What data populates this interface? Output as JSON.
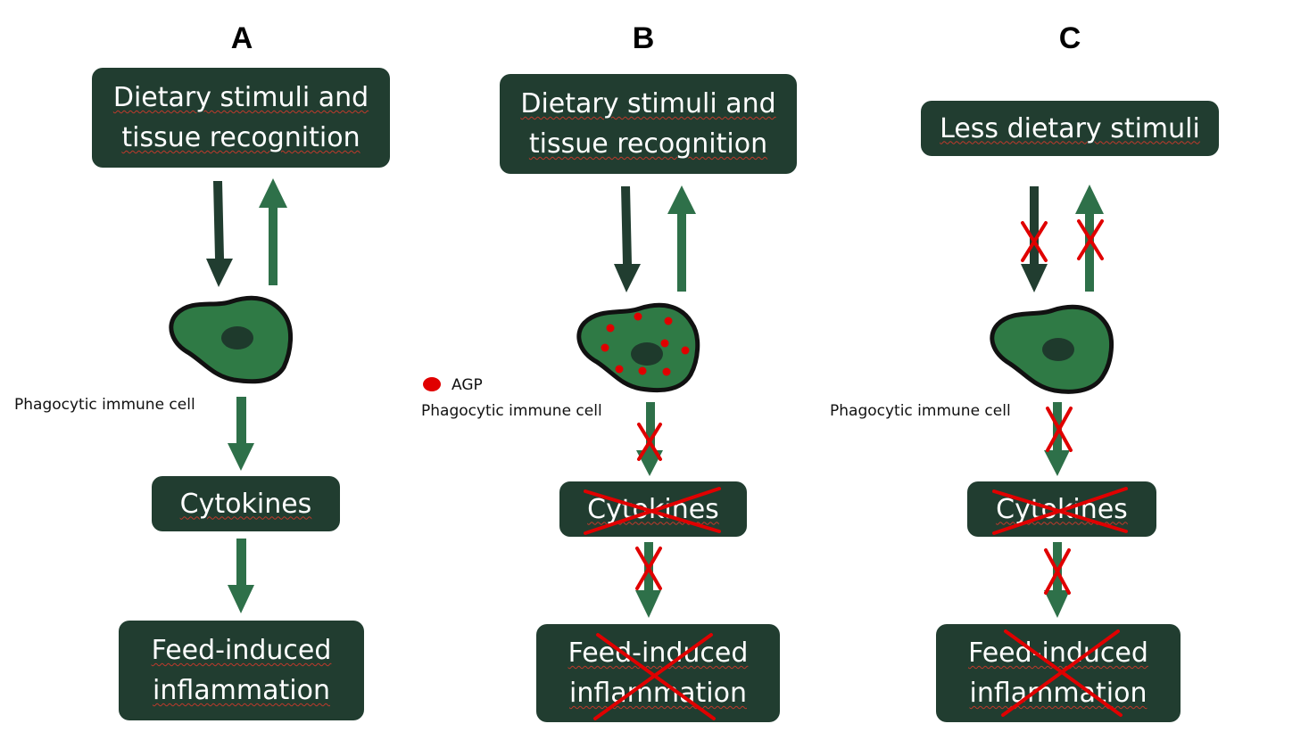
{
  "panels": {
    "a": {
      "letter": "A",
      "top_box": "Dietary stimuli and tissue recognition",
      "mid_box": "Cytokines",
      "bottom_box": "Feed-induced inflammation",
      "cell_label": "Phagocytic immune cell"
    },
    "b": {
      "letter": "B",
      "top_box": "Dietary stimuli and tissue recognition",
      "mid_box": "Cytokines",
      "bottom_box": "Feed-induced inflammation",
      "cell_label": "Phagocytic immune cell",
      "legend_label": "AGP"
    },
    "c": {
      "letter": "C",
      "top_box": "Less dietary stimuli",
      "mid_box": "Cytokines",
      "bottom_box": "Feed-induced inflammation",
      "cell_label": "Phagocytic immune cell"
    }
  },
  "colors": {
    "box_fill": "#213d30",
    "dark_arrow": "#213d30",
    "green_arrow": "#2e7049",
    "cell_fill": "#2f7a45",
    "nucleus": "#1e3a2c",
    "block_cross": "#e00000",
    "agp_dot": "#e00000"
  }
}
